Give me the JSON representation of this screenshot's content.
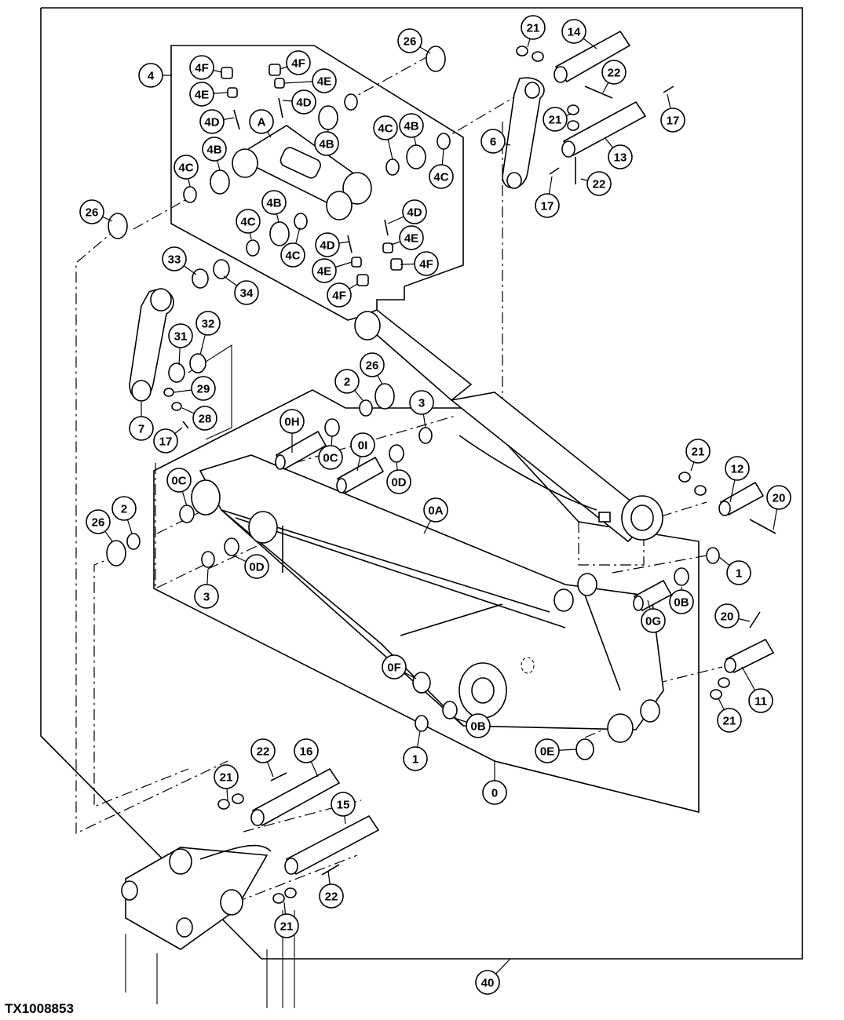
{
  "figure_id": "TX1008853",
  "callouts": [
    "0",
    "0A",
    "0B",
    "0C",
    "0D",
    "0E",
    "0F",
    "0G",
    "0H",
    "0I",
    "1",
    "2",
    "3",
    "4",
    "4B",
    "4C",
    "4D",
    "4E",
    "4F",
    "6",
    "7",
    "11",
    "12",
    "13",
    "14",
    "15",
    "16",
    "17",
    "20",
    "21",
    "22",
    "26",
    "28",
    "29",
    "31",
    "32",
    "33",
    "34",
    "40",
    "A"
  ],
  "palette": {
    "line": "#000000",
    "background": "#ffffff"
  }
}
